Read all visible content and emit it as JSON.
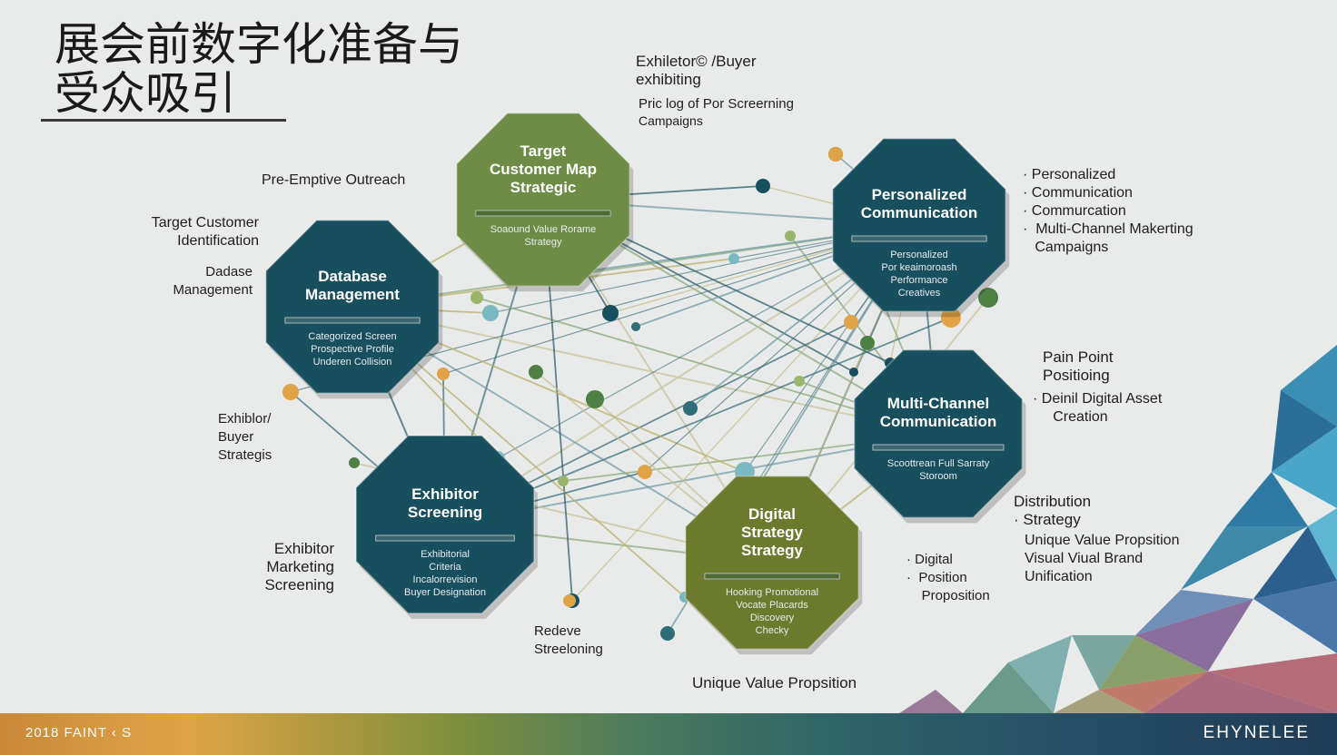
{
  "title": {
    "line1": "展会前数字化准备与",
    "line2": "受众吸引"
  },
  "top_notes": {
    "line1": "Exhiletor© /Buyer",
    "line2": "exhibiting",
    "line3": "Pric log of Por Screerning",
    "line4": "Campaigns"
  },
  "labels": {
    "pre_emptive": "Pre-Emptive Outreach",
    "target_ident": "Target Customer\nIdentification",
    "database_mgmt": "Dadase\nManagement",
    "exhibitor_buyer": "Exhiblor/\nBuyer\nStrategis",
    "exh_marketing": "Exhibitor\nMarketing\nScreening",
    "redeve": "Redeve\nStreeloning",
    "unique_value": "Unique Value Propsition",
    "digital_list": "· Digital\n·  Position\n    Proposition",
    "personalized_list": "· Personalized\n· Communication\n· Commurcation\n·  Multi-Channel Makerting\n   Campaigns",
    "pain_point": "Pain Point\nPositioing",
    "digital_asset": "· Deinil Digital Asset\n     Creation",
    "distribution": "Distribution\n· Strategy",
    "value_list": "Unique Value Propsition\nVisual Viual Brand\nUnification"
  },
  "nodes": [
    {
      "id": "target",
      "title": "Target\nCustomer Map\nStrategic",
      "sub": "Soaound Value Rorame\nStrategy",
      "color": "#6e8c45"
    },
    {
      "id": "personalized",
      "title": "Personalized\nCommunication",
      "sub": "Personalized\nPor keaimoroash\nPerformance\nCreatives",
      "color": "#174f5e"
    },
    {
      "id": "database",
      "title": "Database\nManagement",
      "sub": "Categorized Screen\nProspective Profile\nUnderen Collision",
      "color": "#174f5e"
    },
    {
      "id": "multichannel",
      "title": "Multi-Channel\nCommunication",
      "sub": "Scoottrean Full Sarraty\nStoroom",
      "color": "#174f5e"
    },
    {
      "id": "exhibitor",
      "title": "Exhibitor\nScreening",
      "sub": "Exhibitorial\nCriteria\nIncalorrevision\nBuyer Designation",
      "color": "#174f5e"
    },
    {
      "id": "digital",
      "title": "Digital\nStrategy\nStrategy",
      "sub": "Hooking Promotional\nVocate Placards\nDiscovery\nChecky",
      "color": "#6b7a2c"
    }
  ],
  "footer": {
    "left": "2018 FAINT ‹ S",
    "right": "EHYNELEE"
  },
  "colors": {
    "teal": "#174f5e",
    "olive": "#6e8c45",
    "olive_dark": "#6b7a2c",
    "accent_orange": "#e0a446"
  }
}
